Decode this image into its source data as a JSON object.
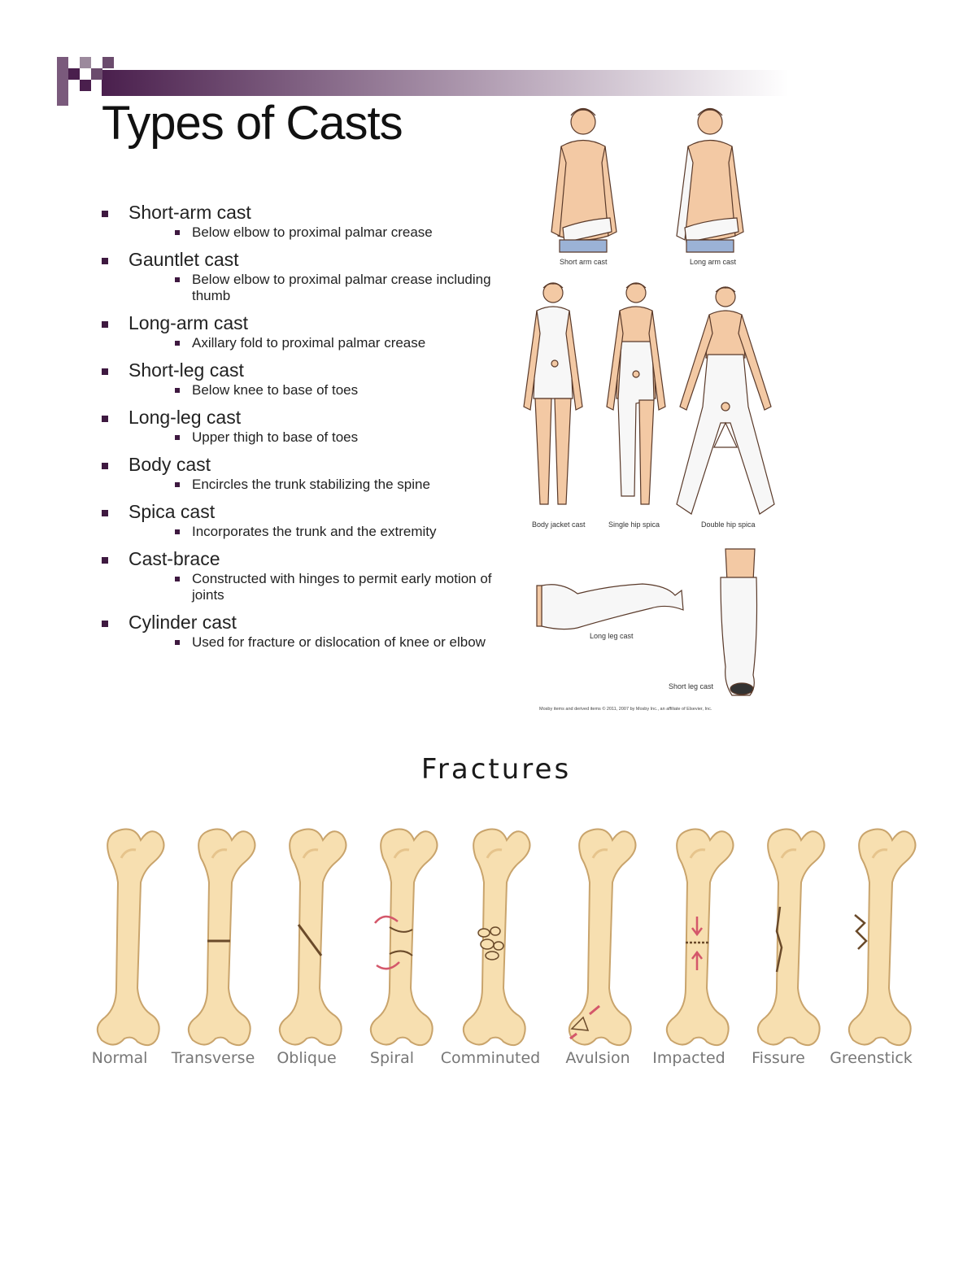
{
  "title": "Types of Casts",
  "casts": [
    {
      "name": "Short-arm cast",
      "desc": "Below elbow to proximal palmar crease"
    },
    {
      "name": "Gauntlet cast",
      "desc": "Below elbow to proximal palmar crease including thumb"
    },
    {
      "name": "Long-arm cast",
      "desc": "Axillary fold to proximal palmar crease"
    },
    {
      "name": "Short-leg cast",
      "desc": "Below knee to base of toes"
    },
    {
      "name": "Long-leg cast",
      "desc": "Upper thigh to base of toes"
    },
    {
      "name": "Body cast",
      "desc": "Encircles the trunk stabilizing the spine"
    },
    {
      "name": "Spica cast",
      "desc": "Incorporates the trunk and the extremity"
    },
    {
      "name": "Cast-brace",
      "desc": "Constructed with hinges to permit early motion of joints"
    },
    {
      "name": "Cylinder cast",
      "desc": "Used for fracture or dislocation of knee or elbow"
    }
  ],
  "illustration": {
    "labels": {
      "short_arm": "Short arm cast",
      "long_arm": "Long arm cast",
      "body_jacket": "Body jacket cast",
      "single_hip": "Single hip spica",
      "double_hip": "Double hip spica",
      "long_leg": "Long leg cast",
      "short_leg": "Short leg cast"
    },
    "copyright": "Mosby items and derived items © 2011, 2007 by Mosby Inc., an affiliate of Elsevier, Inc."
  },
  "fractures": {
    "title": "Fractures",
    "types": [
      "Normal",
      "Transverse",
      "Oblique",
      "Spiral",
      "Comminuted",
      "Avulsion",
      "Impacted",
      "Fissure",
      "Greenstick"
    ]
  },
  "colors": {
    "bullet": "#3e1940",
    "header_gradient_start": "#4a1f4d",
    "bone_fill": "#f7dfb0",
    "bone_stroke": "#c9a46c",
    "skin": "#f3c9a4",
    "cast": "#f7f7f7"
  }
}
